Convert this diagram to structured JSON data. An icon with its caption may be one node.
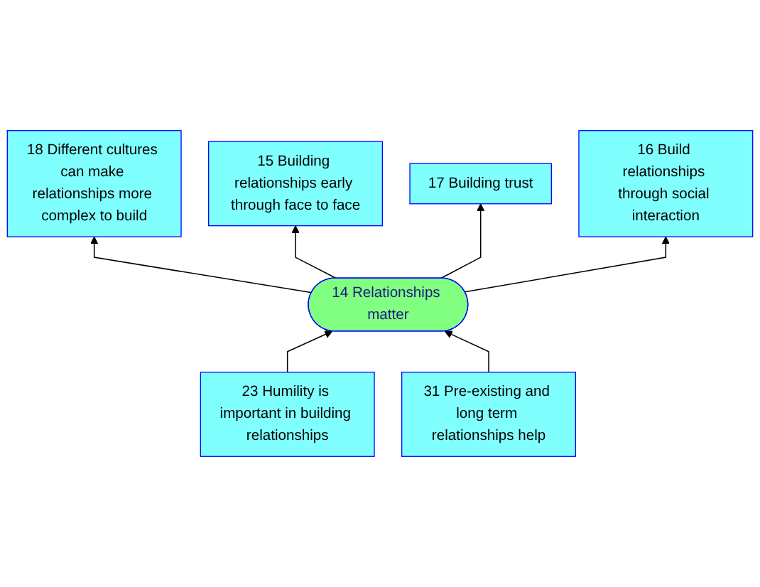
{
  "diagram": {
    "nodes": [
      {
        "text": [
          "18 Different cultures can make relationships more complex to build"
        ]
      },
      {
        "text": [
          "15 Building relationships early through face to face"
        ]
      },
      {
        "text": [
          "17 Building trust"
        ]
      },
      {
        "text": [
          "16 Build relationships through social interaction"
        ]
      },
      {
        "text": [
          "14 Relationships matter"
        ]
      },
      {
        "text": [
          "23 Humility is important in building relationships"
        ]
      },
      {
        "text": [
          "31 Pre-existing and long term relationships help"
        ]
      }
    ],
    "edges": [
      {
        "from": 4,
        "to": 0,
        "arrow": "to"
      },
      {
        "from": 4,
        "to": 1,
        "arrow": "to"
      },
      {
        "from": 4,
        "to": 2,
        "arrow": "to"
      },
      {
        "from": 4,
        "to": 3,
        "arrow": "to"
      },
      {
        "from": 5,
        "to": 4,
        "arrow": "to"
      },
      {
        "from": 6,
        "to": 4,
        "arrow": "to"
      }
    ]
  }
}
